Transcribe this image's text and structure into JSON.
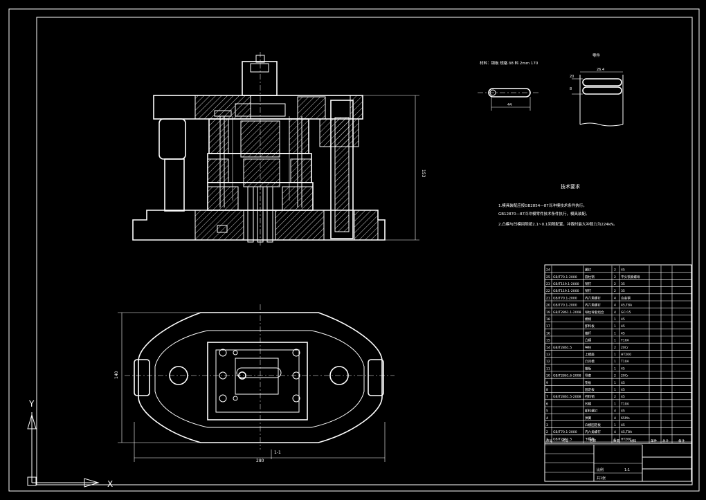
{
  "drawing": {
    "colors": {
      "background": "#000000",
      "lines": "#ffffff"
    },
    "front_view": {
      "height_dim": "153"
    },
    "top_view": {
      "width_dim": "280",
      "height_dim": "140",
      "section_mark": "1-1"
    },
    "strip_layout": {
      "heading": "材料：钢板 规格 δ8 料 2mm 170",
      "part_label": "零件",
      "dims": {
        "pitch": "44",
        "width": "26.4",
        "small": "20",
        "gap": "8"
      }
    },
    "tech_requirements": {
      "title": "技术要求",
      "items": [
        "1.模具装配应按GB2854—87冷冲模技术条件执行。",
        "GB12870—87冷冲模零件技术条件执行，模具装配。",
        "2.凸模与凹模间隙按2.1~0.1间隙配置，冲裁时最大冲裁力为224kN。"
      ]
    },
    "bom": {
      "header": [
        "序号",
        "代号",
        "名称",
        "数量",
        "材料",
        "单件",
        "总计",
        "备注"
      ],
      "rows": [
        [
          "24",
          "",
          "螺钉",
          "2",
          "45",
          ""
        ],
        [
          "25",
          "GB/T70.1-2000",
          "圆柱销",
          "2",
          "平头锁紧螺母",
          ""
        ],
        [
          "23",
          "GB/T119.1-2000",
          "销钉",
          "2",
          "35",
          ""
        ],
        [
          "22",
          "GB/T119.1-2000",
          "销钉",
          "2",
          "35",
          ""
        ],
        [
          "21",
          "GB/T70.1-2000",
          "内六角螺钉",
          "4",
          "合金钢",
          ""
        ],
        [
          "20",
          "GB/T70.1-2000",
          "内六角螺钉",
          "4",
          "45,T8A",
          ""
        ],
        [
          "19",
          "GB/T2861.1-2008",
          "导柱导套组合",
          "4",
          "GCr15",
          ""
        ],
        [
          "18",
          "",
          "模柄",
          "1",
          "45",
          ""
        ],
        [
          "17",
          "",
          "卸料板",
          "1",
          "45",
          ""
        ],
        [
          "16",
          "",
          "推杆",
          "1",
          "45",
          ""
        ],
        [
          "15",
          "",
          "凸模",
          "1",
          "T10A",
          ""
        ],
        [
          "14",
          "GB/T2861.5",
          "导柱",
          "2",
          "20Cr",
          ""
        ],
        [
          "13",
          "",
          "上模座",
          "1",
          "HT200",
          ""
        ],
        [
          "12",
          "",
          "凸凹模",
          "1",
          "T10A",
          ""
        ],
        [
          "11",
          "",
          "推板",
          "1",
          "45",
          ""
        ],
        [
          "10",
          "GB/T2861.6-2008",
          "导套",
          "2",
          "20Cr",
          ""
        ],
        [
          "9",
          "",
          "垫板",
          "1",
          "45",
          ""
        ],
        [
          "8",
          "",
          "固定板",
          "1",
          "45",
          ""
        ],
        [
          "7",
          "GB/T2861.5-2008",
          "挡料销",
          "2",
          "45",
          ""
        ],
        [
          "6",
          "",
          "凹模",
          "1",
          "T10A",
          ""
        ],
        [
          "5",
          "",
          "卸料螺钉",
          "4",
          "45",
          ""
        ],
        [
          "4",
          "",
          "弹簧",
          "4",
          "65Mn",
          ""
        ],
        [
          "3",
          "",
          "凸模固定板",
          "1",
          "45",
          ""
        ],
        [
          "2",
          "GB/T70.1-2000",
          "内六角螺钉",
          "4",
          "45,T8A",
          ""
        ],
        [
          "1",
          "GB/T2861.5",
          "下模座",
          "1",
          "HT200",
          ""
        ]
      ],
      "title_block": {
        "scale_label": "比例",
        "scale": "1:1",
        "sheet": "共1张"
      }
    },
    "ucs": {
      "x_label": "X",
      "y_label": "Y"
    }
  }
}
